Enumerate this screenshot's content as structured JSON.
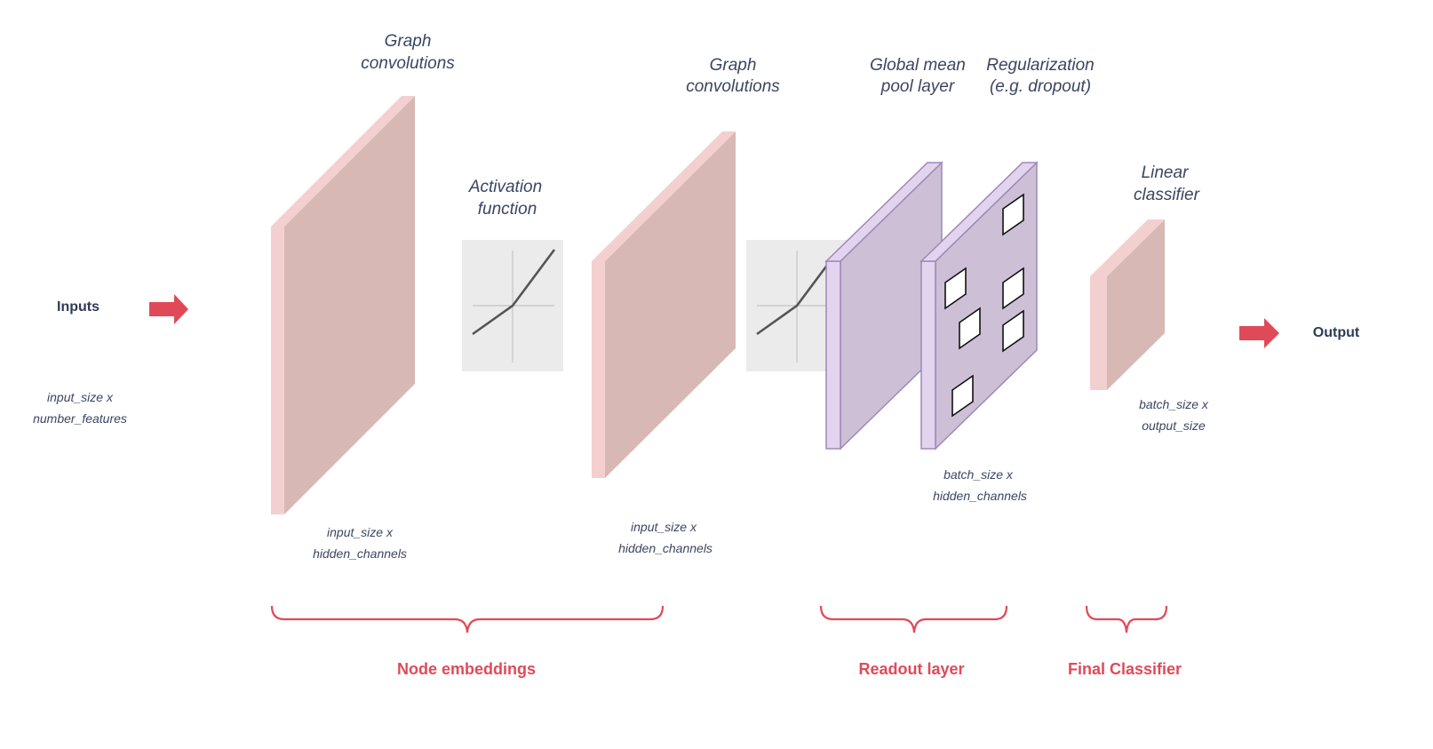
{
  "colors": {
    "layer_face": "#d8b8b4",
    "layer_edge": "#f3d0cf",
    "pool_face": "#cdbfd6",
    "pool_edge": "#e2d4ee",
    "pool_stroke": "#9f88b8",
    "activation_bg": "#ebebeb",
    "arrow": "#e04a58",
    "brace": "#e04a58",
    "text": "#3b4563"
  },
  "inputs": {
    "label": "Inputs",
    "dim_line1": "input_size x",
    "dim_line2": "number_features"
  },
  "gconv1": {
    "title_line1": "Graph",
    "title_line2": "convolutions",
    "dim_line1": "input_size x",
    "dim_line2": "hidden_channels"
  },
  "activation": {
    "title_line1": "Activation",
    "title_line2": "function"
  },
  "gconv2": {
    "title_line1": "Graph",
    "title_line2": "convolutions",
    "dim_line1": "input_size x",
    "dim_line2": "hidden_channels"
  },
  "pool": {
    "title_line1": "Global mean",
    "title_line2": "pool layer"
  },
  "regularization": {
    "title_line1": "Regularization",
    "title_line2": "(e.g. dropout)",
    "dim_line1": "batch_size x",
    "dim_line2": "hidden_channels"
  },
  "linear": {
    "title_line1": "Linear",
    "title_line2": "classifier",
    "dim_line1": "batch_size x",
    "dim_line2": "output_size"
  },
  "output": {
    "label": "Output"
  },
  "groups": {
    "node_embeddings": "Node embeddings",
    "readout": "Readout layer",
    "final_classifier": "Final Classifier"
  }
}
